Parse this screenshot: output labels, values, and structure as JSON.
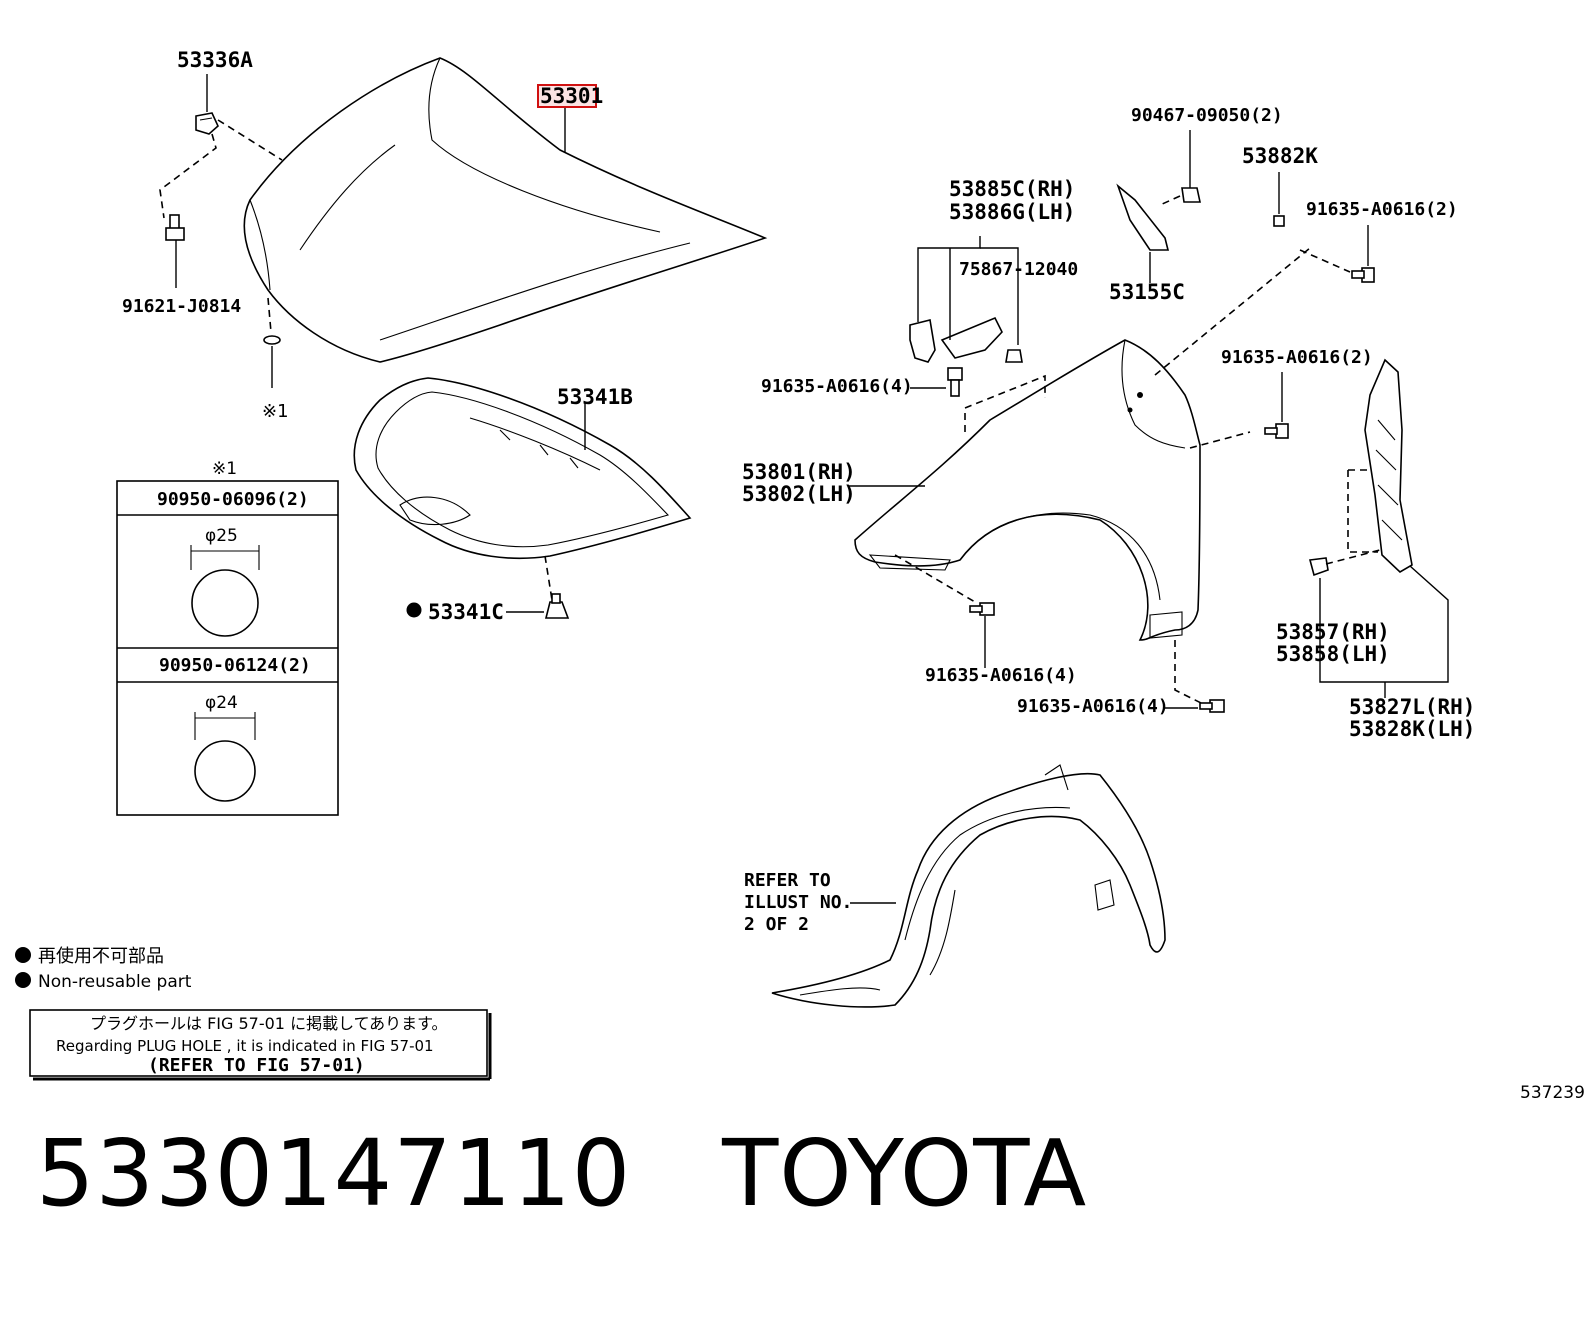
{
  "labels": {
    "p53336a": "53336A",
    "p53301": "53301",
    "p91621": "91621-J0814",
    "plug_ref": "※1",
    "p53341b": "53341B",
    "p53341c": "53341C",
    "p90467": "90467-09050(2)",
    "p53882k": "53882K",
    "p53885c": "53885C(RH)",
    "p53886g": "53886G(LH)",
    "p75867": "75867-12040",
    "p53155c": "53155C",
    "p91635_2a": "91635-A0616(2)",
    "p91635_4a": "91635-A0616(4)",
    "p91635_2b": "91635-A0616(2)",
    "p53801": "53801(RH)",
    "p53802": "53802(LH)",
    "p91635_4b": "91635-A0616(4)",
    "p91635_4c": "91635-A0616(4)",
    "p53857": "53857(RH)",
    "p53858": "53858(LH)",
    "p53827l": "53827L(RH)",
    "p53828k": "53828K(LH)",
    "refer1": "REFER TO",
    "refer2": "ILLUST NO.",
    "refer3": "2 OF 2",
    "illust_no": "537239"
  },
  "plug_table": {
    "mark": "※1",
    "row1_part": "90950-06096(2)",
    "row1_dia": "φ25",
    "row2_part": "90950-06124(2)",
    "row2_dia": "φ24"
  },
  "legend": {
    "jp": "再使用不可部品",
    "en": "Non-reusable part"
  },
  "note": {
    "jp": "プラグホールは FIG 57-01 に掲載してあります。",
    "en": "Regarding PLUG HOLE , it is indicated in FIG 57-01",
    "ref": "(REFER TO FIG 57-01)"
  },
  "caption": {
    "part_number": "5330147110",
    "brand": "TOYOTA"
  }
}
